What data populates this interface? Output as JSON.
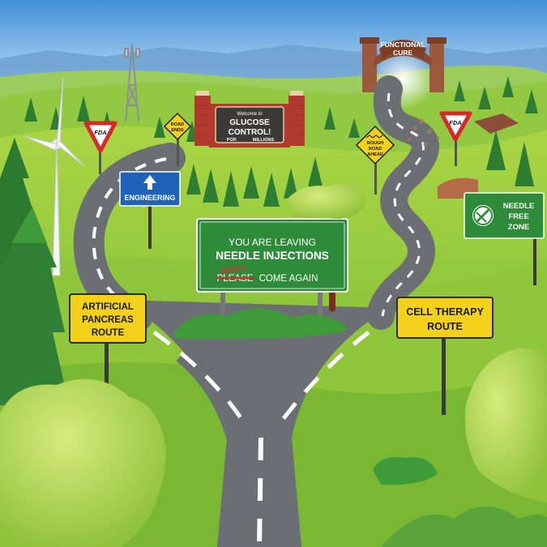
{
  "signs": {
    "functional_cure": {
      "line1": "FUNCTIONAL",
      "line2": "CURE"
    },
    "glucose": {
      "welcome": "Welcome to",
      "line1": "GLUCOSE",
      "line2": "CONTROL!",
      "footer_left": "POP.",
      "footer_right": "MILLIONS"
    },
    "fda_left": {
      "label": "FDA"
    },
    "fda_right": {
      "label": "FDA"
    },
    "road_ends": {
      "line1": "ROAD",
      "line2": "ENDS"
    },
    "rough_road": {
      "line1": "ROUGH",
      "line2": "ROAD",
      "line3": "AHEAD"
    },
    "engineering": {
      "label": "ENGINEERING"
    },
    "needle_free": {
      "line1": "NEEDLE",
      "line2": "FREE",
      "line3": "ZONE"
    },
    "leaving": {
      "line1": "YOU ARE LEAVING",
      "line2": "NEEDLE INJECTIONS",
      "line3_struck": "PLEASE",
      "line3_insert": "DON'T",
      "line3_rest": "COME AGAIN"
    },
    "artificial_pancreas": {
      "line1": "ARTIFICIAL",
      "line2": "PANCREAS",
      "line3": "ROUTE"
    },
    "cell_therapy": {
      "line1": "CELL THERAPY",
      "line2": "ROUTE"
    }
  },
  "colors": {
    "sky_top": "#3f8fd8",
    "sky_bottom": "#dff1fb",
    "grass_light": "#b8dc3c",
    "grass_mid": "#8cc63f",
    "grass_dark": "#5fa52a",
    "road": "#6b6e73",
    "sign_green": "#2e8b3a",
    "sign_blue": "#1f63b8",
    "sign_yellow": "#f3d11b",
    "brick": "#b23a2e"
  }
}
